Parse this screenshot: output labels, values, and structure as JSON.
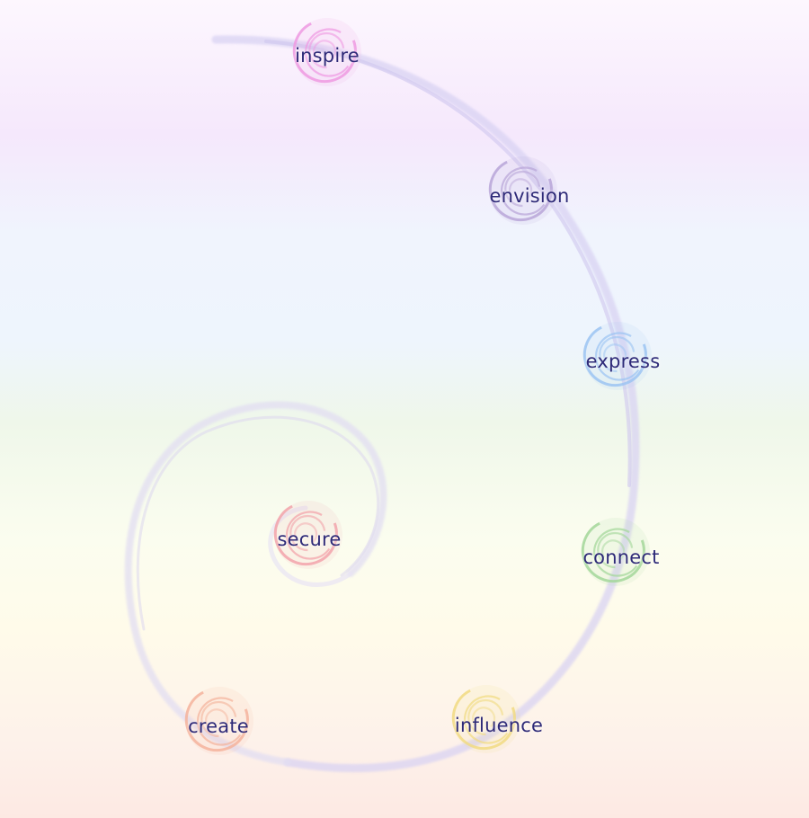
{
  "nodes": [
    {
      "id": "inspire",
      "label": "inspire",
      "color": "#ee9ae2"
    },
    {
      "id": "envision",
      "label": "envision",
      "color": "#b9a6d8"
    },
    {
      "id": "express",
      "label": "express",
      "color": "#9cc4f2"
    },
    {
      "id": "connect",
      "label": "connect",
      "color": "#a3d79a"
    },
    {
      "id": "influence",
      "label": "influence",
      "color": "#f1db82"
    },
    {
      "id": "create",
      "label": "create",
      "color": "#f4b39c"
    },
    {
      "id": "secure",
      "label": "secure",
      "color": "#f2a3aa"
    }
  ],
  "colors": {
    "label_text": "#2e2a78",
    "spiral_stroke": "#d8d2f0"
  }
}
